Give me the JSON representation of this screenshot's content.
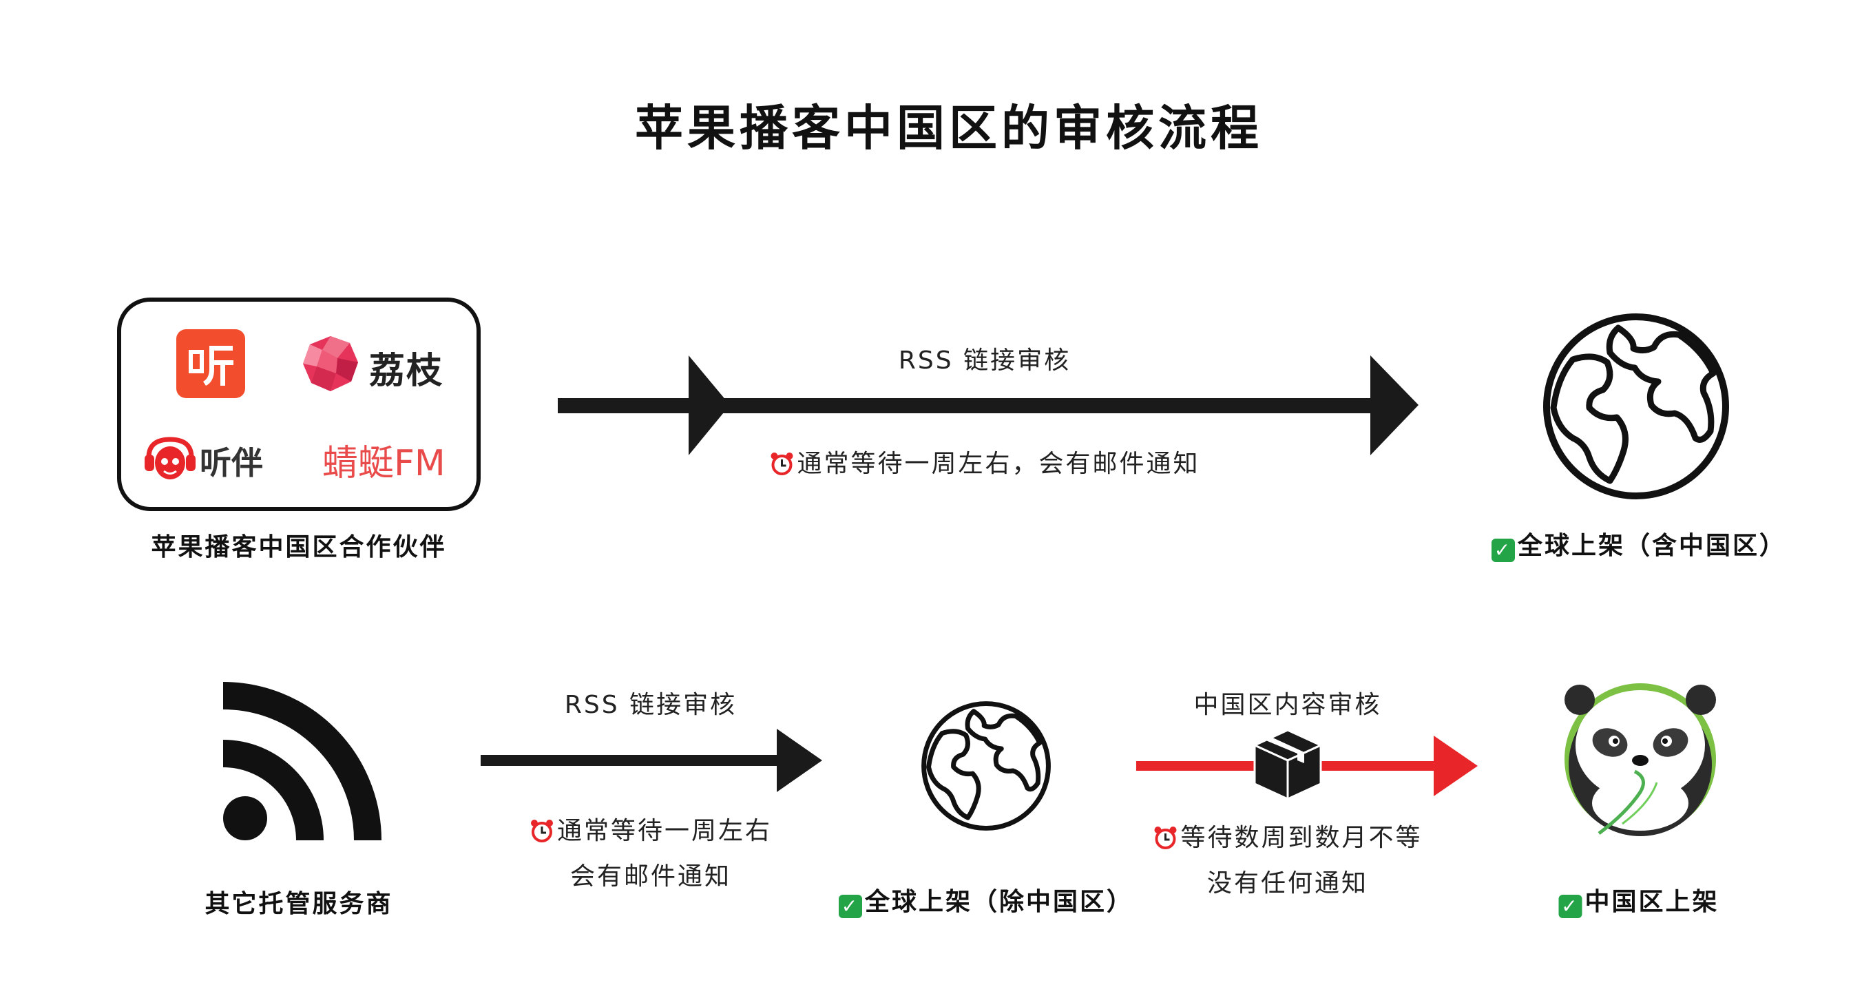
{
  "title": "苹果播客中国区的审核流程",
  "top_row": {
    "partners": [
      {
        "name": "荔枝"
      },
      {
        "name": "听伴"
      },
      {
        "name": "蜻蜓FM"
      }
    ],
    "partners_caption": "苹果播客中国区合作伙伴",
    "arrow_label": "RSS 链接审核",
    "arrow_note": "通常等待一周左右，会有邮件通知",
    "result_label": "全球上架（含中国区）"
  },
  "bottom_row": {
    "source_caption": "其它托管服务商",
    "arrow1_label": "RSS 链接审核",
    "arrow1_note_line1": "通常等待一周左右",
    "arrow1_note_line2": "会有邮件通知",
    "mid_result_label": "全球上架（除中国区）",
    "arrow2_label": "中国区内容审核",
    "arrow2_note_line1": "等待数周到数月不等",
    "arrow2_note_line2": "没有任何通知",
    "final_result_label": "中国区上架"
  },
  "colors": {
    "black": "#1a1a1a",
    "red_arrow": "#e8262a",
    "check_green": "#22a447",
    "ting_red": "#f24e2e",
    "lizhi_pink": "#e6335a",
    "qingting_red": "#e94a4a",
    "panda_green": "#7cc143"
  },
  "icons": [
    "ting-app-icon",
    "lizhi-logo-icon",
    "tingban-logo-icon",
    "globe-icon",
    "rss-icon",
    "package-box-icon",
    "panda-icon",
    "alarm-clock-icon",
    "checkmark-icon"
  ]
}
